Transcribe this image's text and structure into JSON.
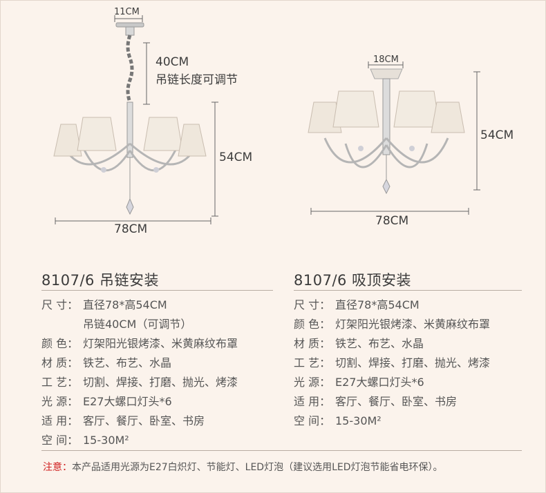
{
  "left": {
    "dims": {
      "top": "11CM",
      "chain": "40CM",
      "chain_note": "吊链长度可调节",
      "height": "54CM",
      "width": "78CM"
    },
    "title": "8107/6  吊链安装",
    "specs": [
      {
        "label": "尺 寸：",
        "value": "直径78*高54CM"
      },
      {
        "label": "",
        "value": "吊链40CM（可调节）"
      },
      {
        "label": "颜 色：",
        "value": "灯架阳光银烤漆、米黄麻纹布罩"
      },
      {
        "label": "材 质：",
        "value": "铁艺、布艺、水晶"
      },
      {
        "label": "工 艺：",
        "value": "切割、焊接、打磨、抛光、烤漆"
      },
      {
        "label": "光 源：",
        "value": "E27大螺口灯头*6"
      },
      {
        "label": "适 用：",
        "value": "客厅、餐厅、卧室、书房"
      },
      {
        "label": "空 间：",
        "value": "15-30M²"
      }
    ]
  },
  "right": {
    "dims": {
      "top": "18CM",
      "height": "54CM",
      "width": "78CM"
    },
    "title": "8107/6  吸顶安装",
    "specs": [
      {
        "label": "尺 寸：",
        "value": "直径78*高54CM"
      },
      {
        "label": "颜 色：",
        "value": "灯架阳光银烤漆、米黄麻纹布罩"
      },
      {
        "label": "材 质：",
        "value": "铁艺、布艺、水晶"
      },
      {
        "label": "工 艺：",
        "value": "切割、焊接、打磨、抛光、烤漆"
      },
      {
        "label": "光 源：",
        "value": "E27大螺口灯头*6"
      },
      {
        "label": "适 用：",
        "value": "客厅、餐厅、卧室、书房"
      },
      {
        "label": "空 间：",
        "value": "15-30M²"
      }
    ]
  },
  "note": {
    "prefix": "注意：",
    "text": "本产品适用光源为E27白炽灯、节能灯、LED灯泡（建议选用LED灯泡节能省电环保）。"
  }
}
